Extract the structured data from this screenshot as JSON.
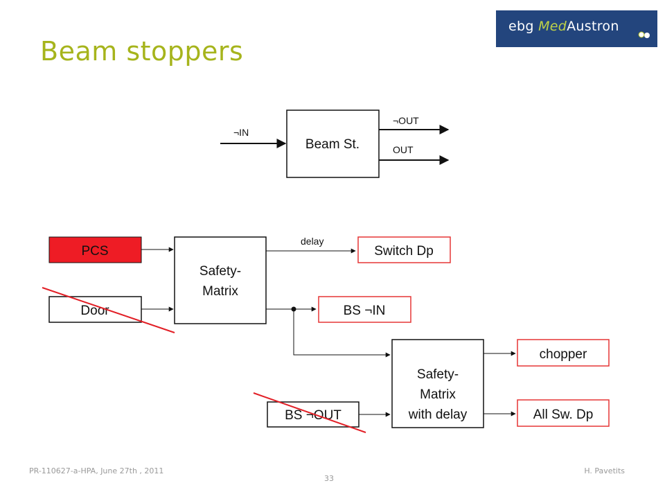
{
  "slide": {
    "title": "Beam stoppers",
    "footer_left": "PR-110627-a-HPA, June 27th , 2011",
    "footer_right": "H. Pavetits",
    "page_number": "33"
  },
  "logo": {
    "prefix": "ebg ",
    "accent": "Med",
    "suffix": "Austron"
  },
  "colors": {
    "title": "#a6b41c",
    "logo_bg": "#23457d",
    "alert_fill": "#ee1c25",
    "alert_border": "#e53535",
    "strike": "#e21f26"
  },
  "top_block": {
    "label": "Beam St.",
    "input": "¬IN",
    "output_top": "¬OUT",
    "output_bottom": "OUT"
  },
  "diagram": {
    "pcs": "PCS",
    "door": "Door",
    "safety_matrix": [
      "Safety-",
      "Matrix"
    ],
    "delay": "delay",
    "switch_dp": "Switch Dp",
    "bs_in": "BS ¬IN",
    "safety_matrix_delay": [
      "Safety-",
      "Matrix",
      "with delay"
    ],
    "bs_out": "BS ¬OUT",
    "chopper": "chopper",
    "all_sw_dp": "All Sw. Dp"
  }
}
